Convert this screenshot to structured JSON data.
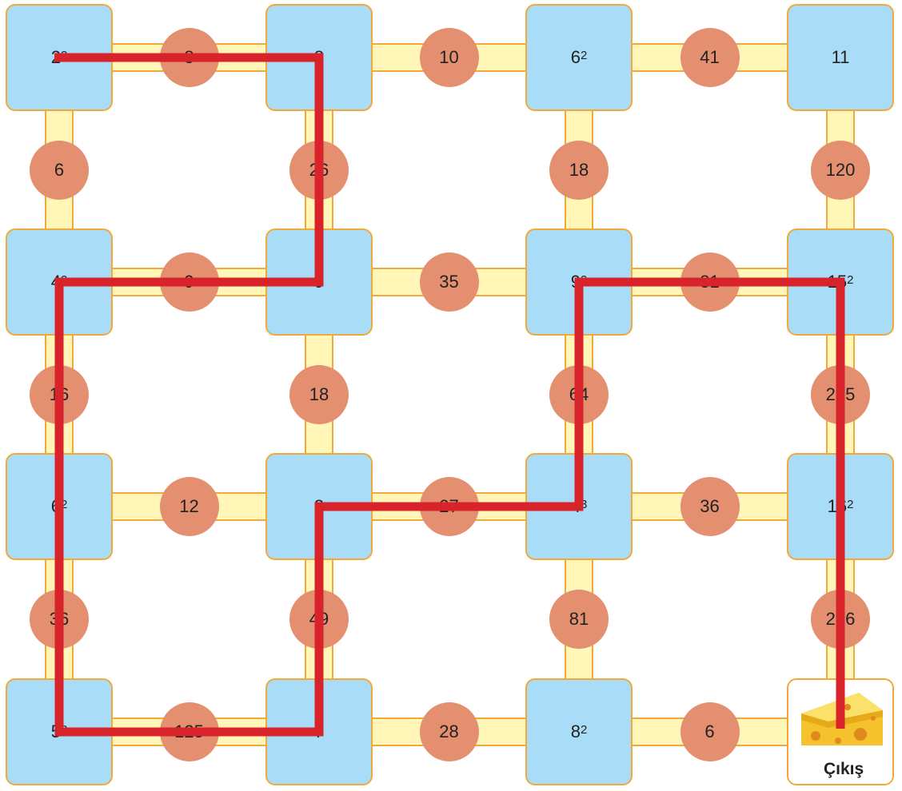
{
  "grid": {
    "nodes": [
      [
        {
          "base": "2",
          "exp": "3"
        },
        {
          "base": "8",
          "exp": ""
        },
        {
          "base": "6",
          "exp": "2"
        },
        {
          "base": "11",
          "exp": ""
        }
      ],
      [
        {
          "base": "4",
          "exp": "2"
        },
        {
          "base": "9",
          "exp": ""
        },
        {
          "base": "9",
          "exp": "2"
        },
        {
          "base": "15",
          "exp": "2"
        }
      ],
      [
        {
          "base": "6",
          "exp": "2"
        },
        {
          "base": "3",
          "exp": ""
        },
        {
          "base": "4",
          "exp": "3"
        },
        {
          "base": "16",
          "exp": "2"
        }
      ],
      [
        {
          "base": "5",
          "exp": "3"
        },
        {
          "base": "7",
          "exp": ""
        },
        {
          "base": "8",
          "exp": "2"
        },
        {
          "exit": true
        }
      ]
    ],
    "h_edges": [
      [
        "8",
        "10",
        "41"
      ],
      [
        "9",
        "35",
        "81"
      ],
      [
        "12",
        "27",
        "36"
      ],
      [
        "125",
        "28",
        "6"
      ]
    ],
    "v_edges": [
      [
        "6",
        "26",
        "18",
        "120"
      ],
      [
        "16",
        "18",
        "64",
        "225"
      ],
      [
        "36",
        "49",
        "81",
        "256"
      ]
    ]
  },
  "exit_label": "Çıkış",
  "path": [
    [
      0,
      0
    ],
    [
      0,
      1
    ],
    [
      1,
      1
    ],
    [
      1,
      0
    ],
    [
      3,
      0
    ],
    [
      3,
      1
    ],
    [
      2,
      1
    ],
    [
      2,
      2
    ],
    [
      1,
      2
    ],
    [
      1,
      3
    ],
    [
      3,
      3
    ]
  ],
  "colors": {
    "node": "#a9dcf7",
    "node_border": "#f2a93a",
    "edge_circle": "#e48f70",
    "connector": "#fff6b8",
    "path": "#d8232a",
    "cheese": "#f5c12c"
  }
}
